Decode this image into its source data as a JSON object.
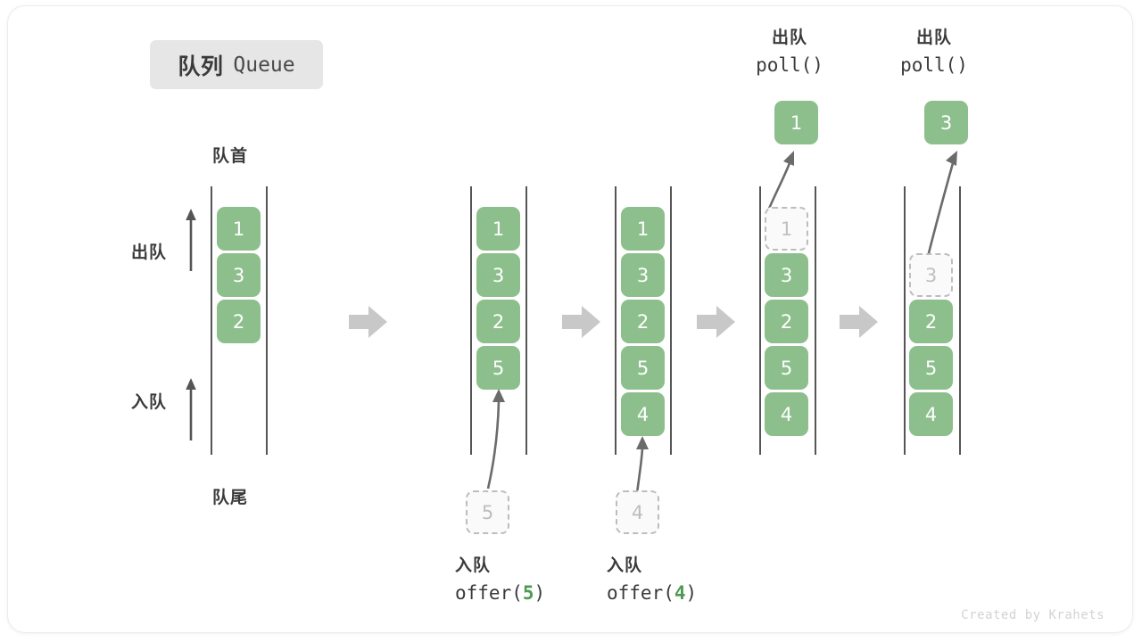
{
  "title": {
    "cn": "队列",
    "en": "Queue"
  },
  "labels": {
    "head": "队首",
    "tail": "队尾",
    "dequeue": "出队",
    "enqueue": "入队"
  },
  "watermark": "Created by Krahets",
  "colors": {
    "cell_green": "#8dbf8d",
    "ghost_border": "#bdbdbd",
    "ghost_text": "#c0c0c0",
    "rail": "#555555",
    "step_arrow": "#c8c8c8",
    "accent_arg": "#4e9a52",
    "badge_bg": "#e6e6e6",
    "text_dark": "#3a3a3a"
  },
  "columns": [
    {
      "id": "initial",
      "cells": [
        "1",
        "3",
        "2"
      ],
      "ghost_index": -1,
      "side_labels": true,
      "head_label": "队首",
      "tail_label": "队尾"
    },
    {
      "id": "after-offer-5",
      "cells": [
        "1",
        "3",
        "2",
        "5"
      ],
      "ghost_index": -1,
      "pending": {
        "value": "5",
        "caption_cn": "入队",
        "caption_code_prefix": "offer(",
        "caption_code_arg": "5",
        "caption_code_suffix": ")"
      }
    },
    {
      "id": "after-offer-4",
      "cells": [
        "1",
        "3",
        "2",
        "5",
        "4"
      ],
      "ghost_index": -1,
      "pending": {
        "value": "4",
        "caption_cn": "入队",
        "caption_code_prefix": "offer(",
        "caption_code_arg": "4",
        "caption_code_suffix": ")"
      }
    },
    {
      "id": "after-poll-1",
      "cells": [
        "1",
        "3",
        "2",
        "5",
        "4"
      ],
      "ghost_index": 0,
      "popped": {
        "value": "1",
        "caption_cn": "出队",
        "caption_code": "poll()"
      }
    },
    {
      "id": "after-poll-3",
      "cells": [
        "3",
        "2",
        "5",
        "4"
      ],
      "ghost_index": 0,
      "popped": {
        "value": "3",
        "caption_cn": "出队",
        "caption_code": "poll()"
      }
    }
  ],
  "step_arrows": [
    {
      "id": "step-1"
    },
    {
      "id": "step-2"
    },
    {
      "id": "step-3"
    },
    {
      "id": "step-4"
    }
  ]
}
